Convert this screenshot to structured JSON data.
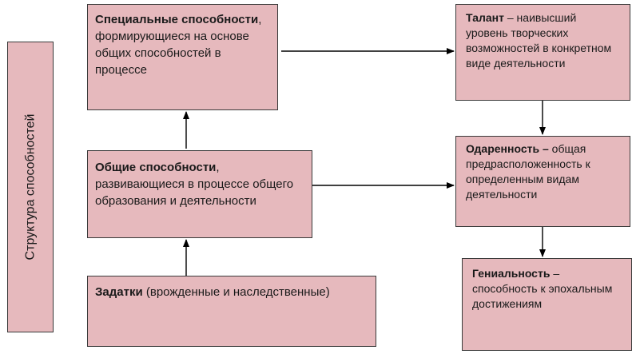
{
  "structure_label": "Структура способностей",
  "special": {
    "title": "Специальные способности",
    "text": ", формирующиеся на основе общих способностей в процессе"
  },
  "general": {
    "title": "Общие способности",
    "text": ", развивающиеся в процессе общего образования и деятельности"
  },
  "inclinations": {
    "title": "Задатки",
    "text": " (врожденные и наследственные)"
  },
  "talent": {
    "title": "Талант",
    "text": " – наивысший уровень творческих возможностей в конкретном виде деятельности"
  },
  "giftedness": {
    "title": "Одаренность –",
    "text": " общая предрасположенность к определенным видам деятельности"
  },
  "genius": {
    "title": "Гениальность",
    "text": " – способность к эпохальным достижениям"
  }
}
